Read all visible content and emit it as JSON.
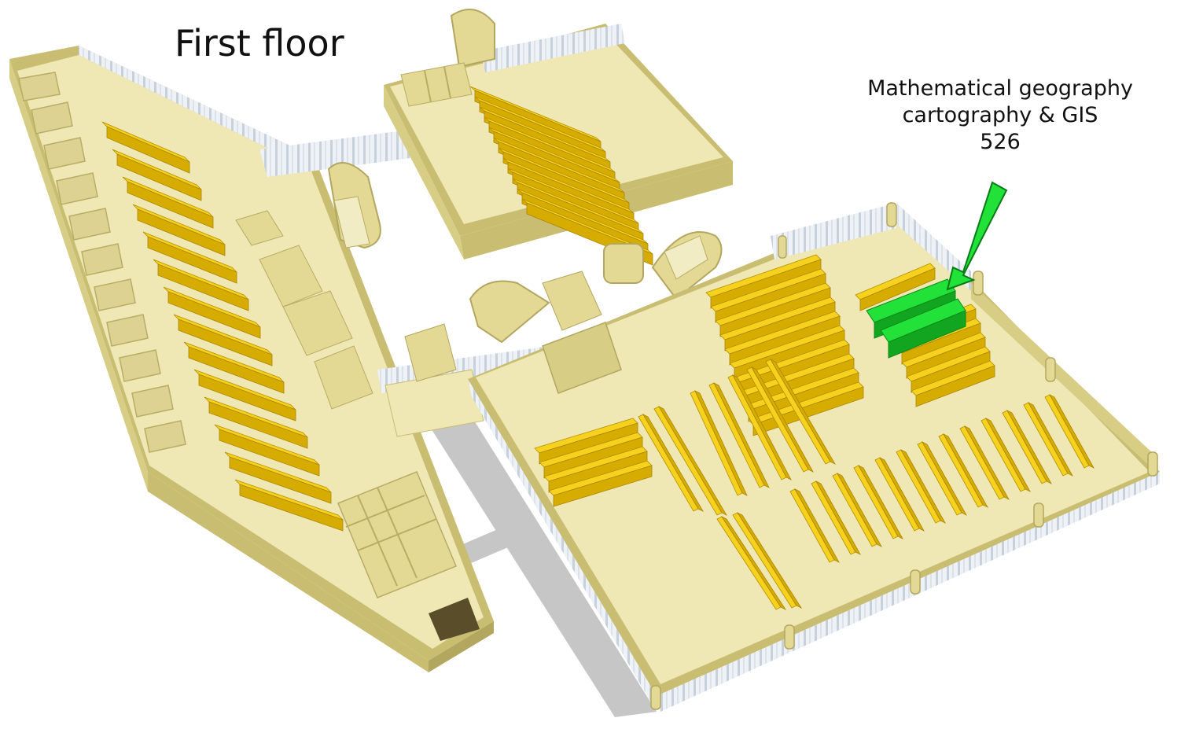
{
  "map": {
    "title": "First floor",
    "callout": {
      "line1": "Mathematical geography",
      "line2": "cartography & GIS",
      "number": "526"
    },
    "colors": {
      "floor": "#efe7b4",
      "wall_top": "#e3d894",
      "wall_side": "#c9bd72",
      "shelf_top": "#f6d21e",
      "shelf_side": "#d6ac00",
      "highlight": "#22e23a",
      "highlight_dark": "#12a51f",
      "glass": "#cfd9e4",
      "shadow": "#c9c9c9"
    }
  }
}
